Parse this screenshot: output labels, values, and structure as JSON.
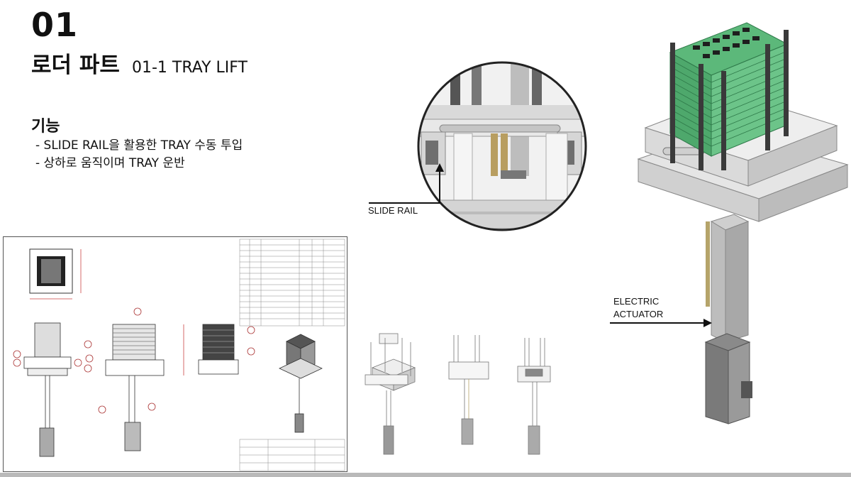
{
  "slide": {
    "number": "01",
    "title": "로더 파트",
    "subtitle": "01-1 TRAY LIFT"
  },
  "function": {
    "heading": "기능",
    "items": [
      "- SLIDE RAIL을 활용한 TRAY 수동 투입",
      "- 상하로 움직이며 TRAY 운반"
    ]
  },
  "callouts": {
    "slide_rail": "SLIDE RAIL",
    "actuator_line1": "ELECTRIC",
    "actuator_line2": "ACTUATOR"
  },
  "colors": {
    "tray_green": "#5cb87a",
    "tray_green_dark": "#2f7a4a",
    "frame_gray": "#c8c8c8",
    "rod_dark": "#3a3a3a",
    "actuator_gray": "#9a9a9a"
  }
}
